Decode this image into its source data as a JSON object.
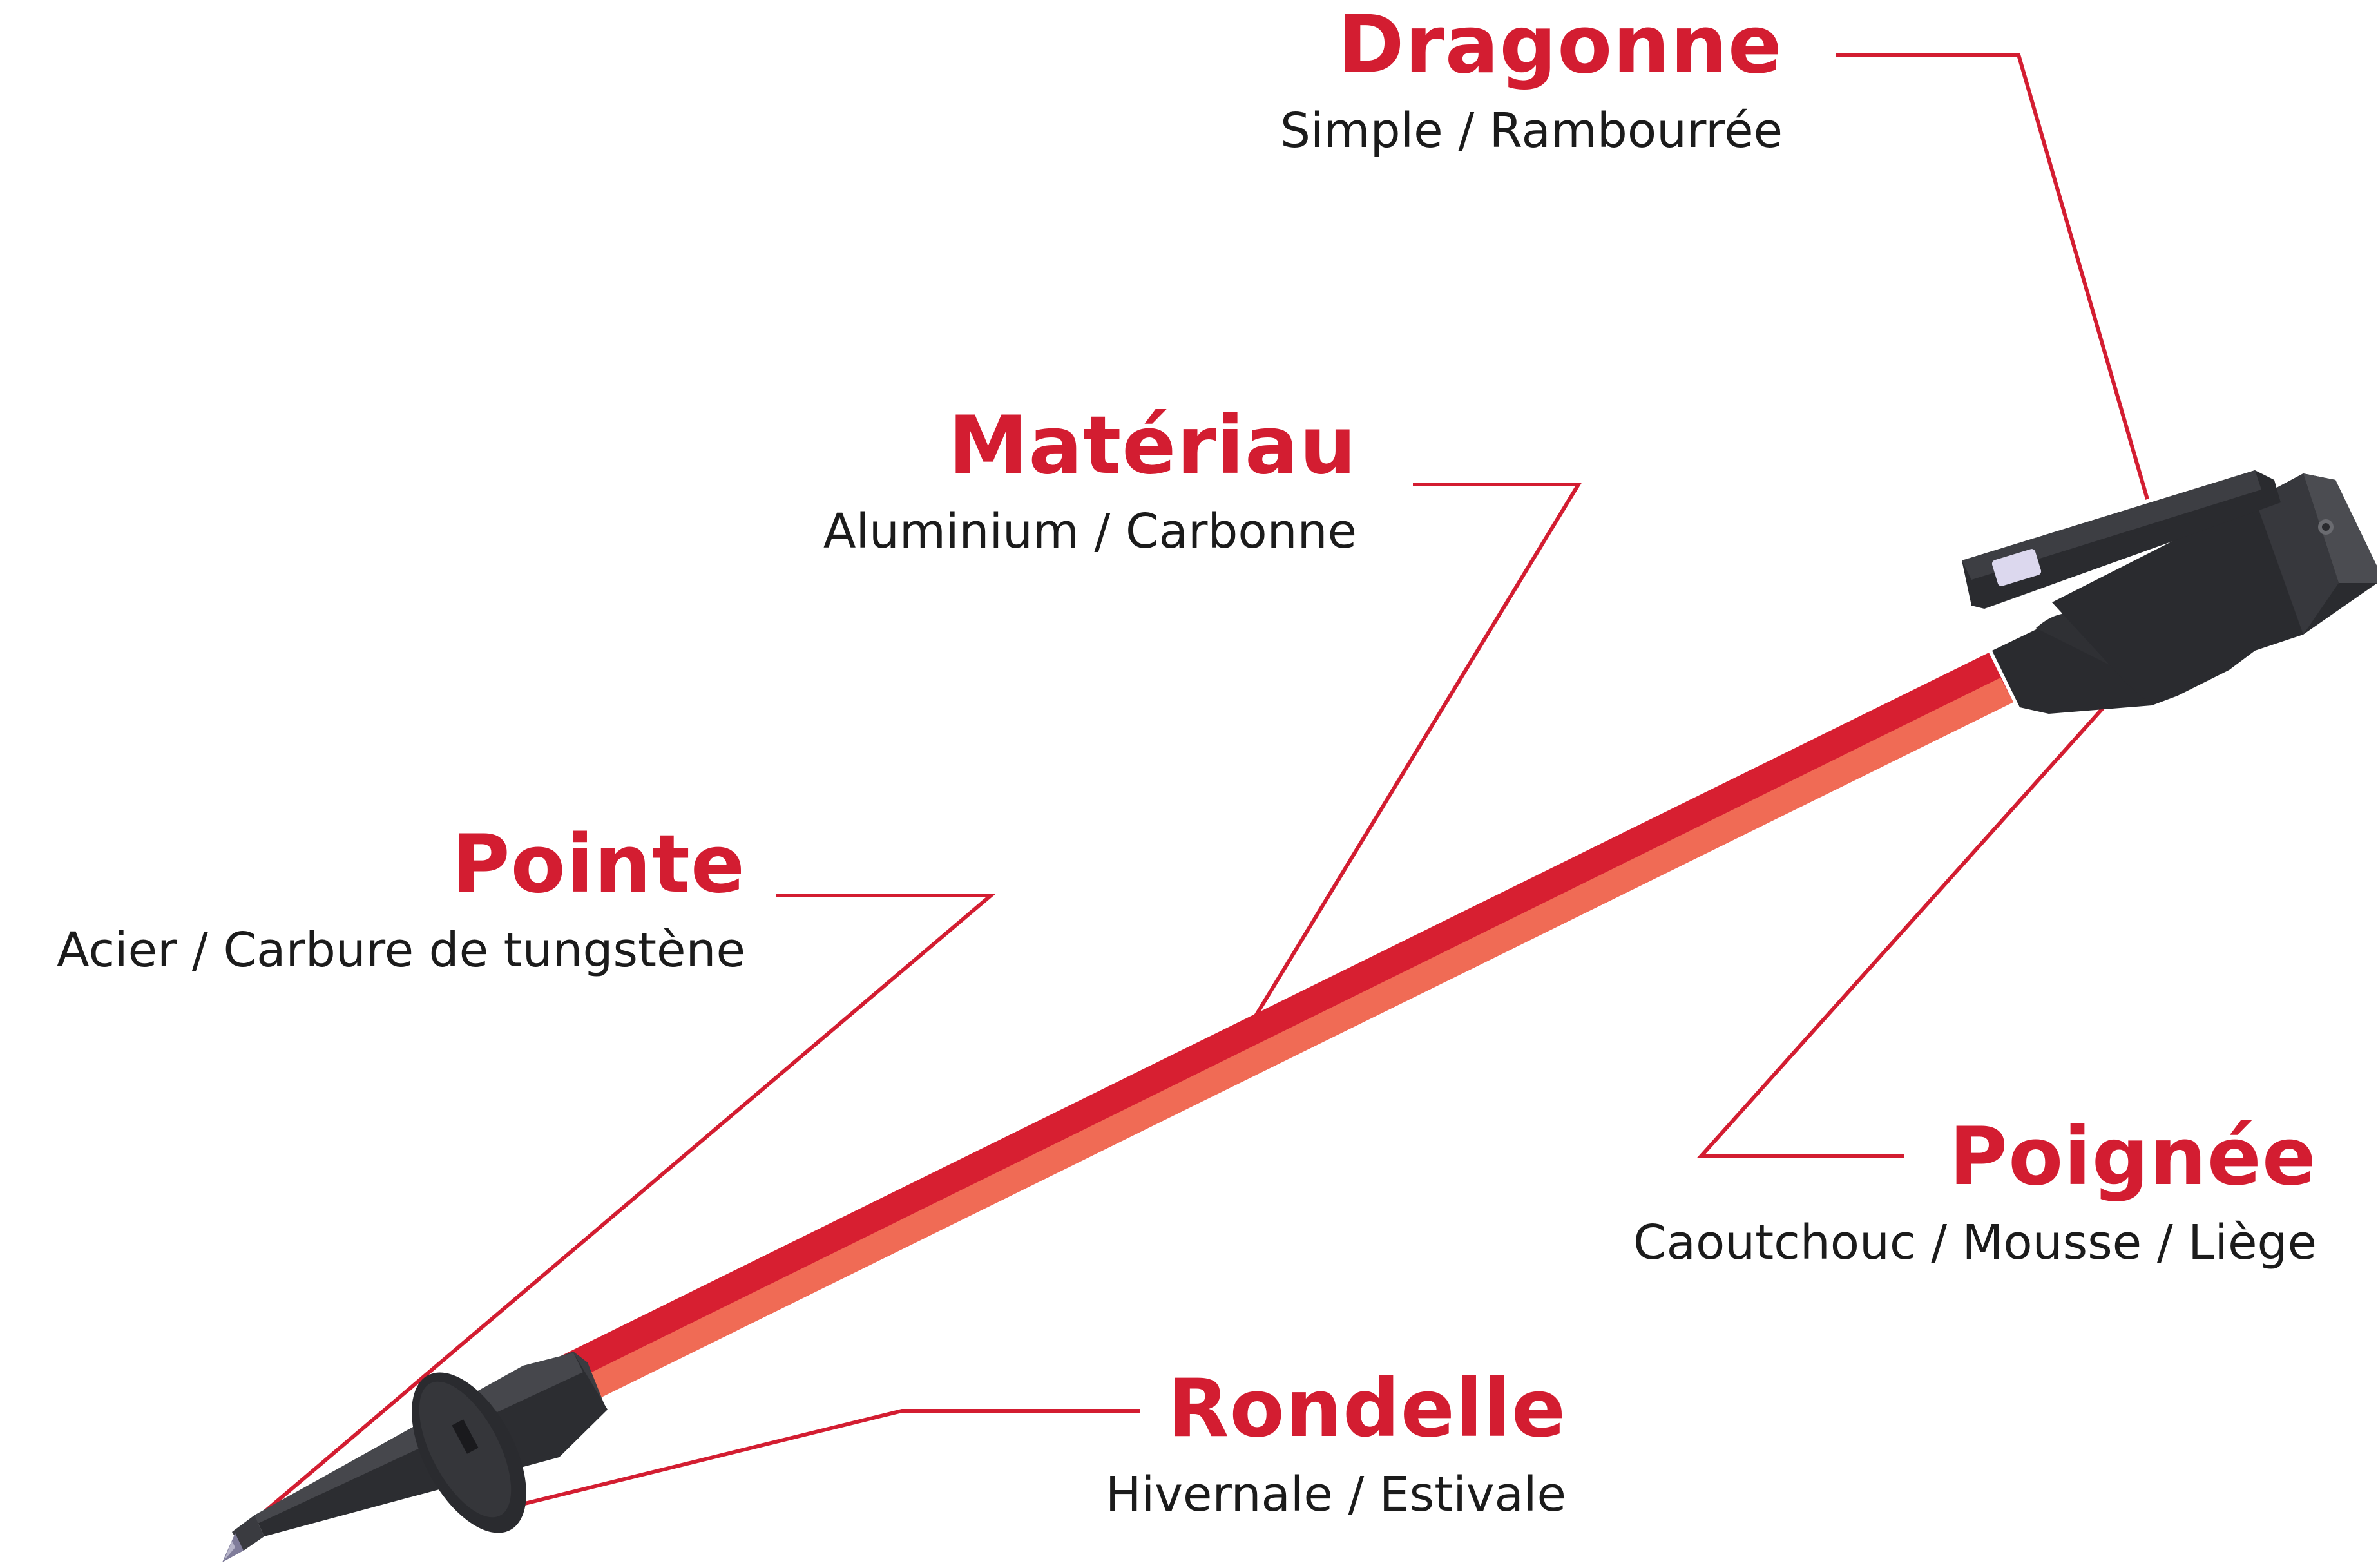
{
  "colors": {
    "accent": "#d31d31",
    "shaft_red": "#d71f31",
    "shaft_light": "#f06b55",
    "grip_dark": "#2a2b2f",
    "grip_mid": "#46474c",
    "text": "#1b1b1b"
  },
  "labels": {
    "dragonne": {
      "title": "Dragonne",
      "sub": "Simple / Rambourrée"
    },
    "materiau": {
      "title": "Matériau",
      "sub": "Aluminium / Carbonne"
    },
    "pointe": {
      "title": "Pointe",
      "sub": "Acier / Carbure de tungstène"
    },
    "poignee": {
      "title": "Poignée",
      "sub": "Caoutchouc / Mousse / Liège"
    },
    "rondelle": {
      "title": "Rondelle",
      "sub": "Hivernale / Estivale"
    }
  }
}
